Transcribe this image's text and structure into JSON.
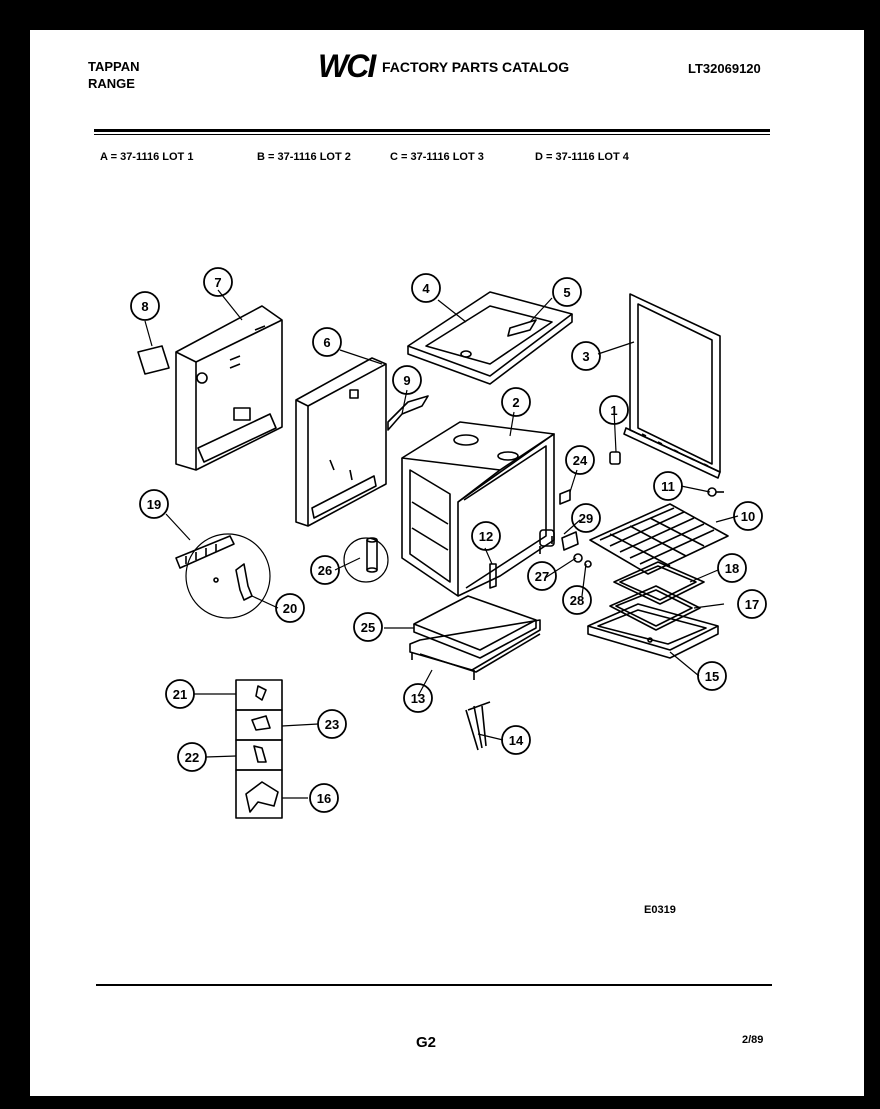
{
  "header": {
    "brand_line1": "TAPPAN",
    "brand_line2": "RANGE",
    "logo": "WCI",
    "catalog_title": "FACTORY PARTS CATALOG",
    "model_number": "LT32069120"
  },
  "lots": [
    "A = 37-1116 LOT 1",
    "B = 37-1116 LOT 2",
    "C = 37-1116 LOT 3",
    "D = 37-1116 LOT 4"
  ],
  "callouts": [
    "1",
    "2",
    "3",
    "4",
    "5",
    "6",
    "7",
    "8",
    "9",
    "10",
    "11",
    "12",
    "13",
    "14",
    "15",
    "16",
    "17",
    "18",
    "19",
    "20",
    "21",
    "22",
    "23",
    "24",
    "25",
    "26",
    "27",
    "28",
    "29"
  ],
  "drawing_code": "E0319",
  "footer": {
    "page": "G2",
    "date": "2/89"
  }
}
